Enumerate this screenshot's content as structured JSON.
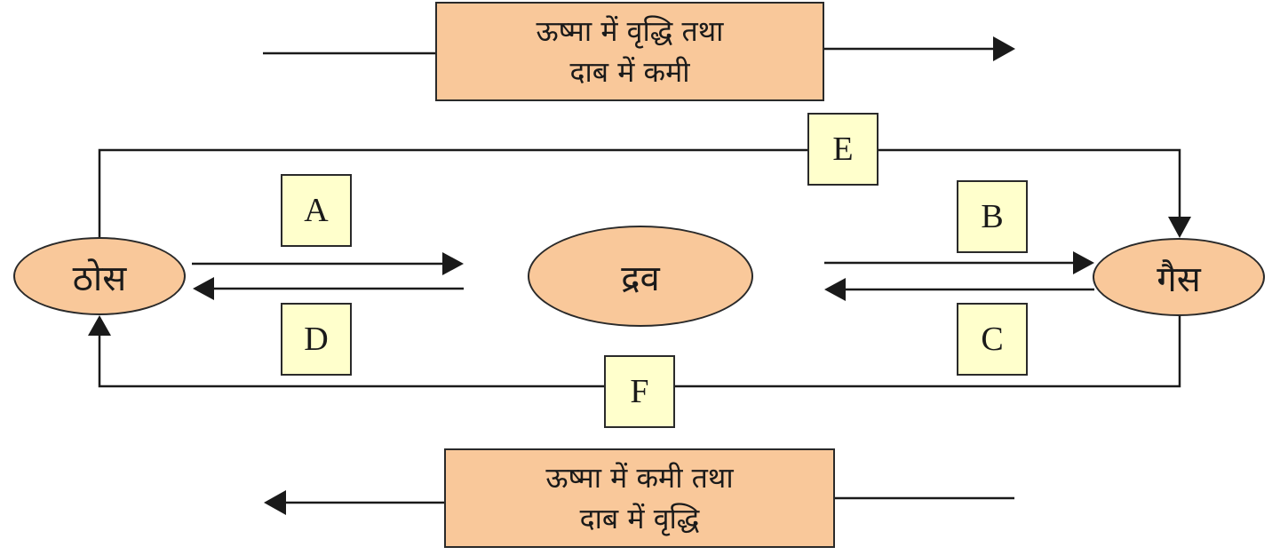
{
  "colors": {
    "state_fill": "#f9c89a",
    "label_fill": "#ffffcc",
    "line": "#1a1a1a"
  },
  "top_condition": {
    "line1": "ऊष्मा में वृद्धि तथा",
    "line2": "दाब में कमी",
    "arrow_direction": "right"
  },
  "bottom_condition": {
    "line1": "ऊष्मा में कमी तथा",
    "line2": "दाब में वृद्धि",
    "arrow_direction": "left"
  },
  "states": {
    "solid": "ठोस",
    "liquid": "द्रव",
    "gas": "गैस"
  },
  "transitions": {
    "A": "A",
    "B": "B",
    "C": "C",
    "D": "D",
    "E": "E",
    "F": "F"
  }
}
